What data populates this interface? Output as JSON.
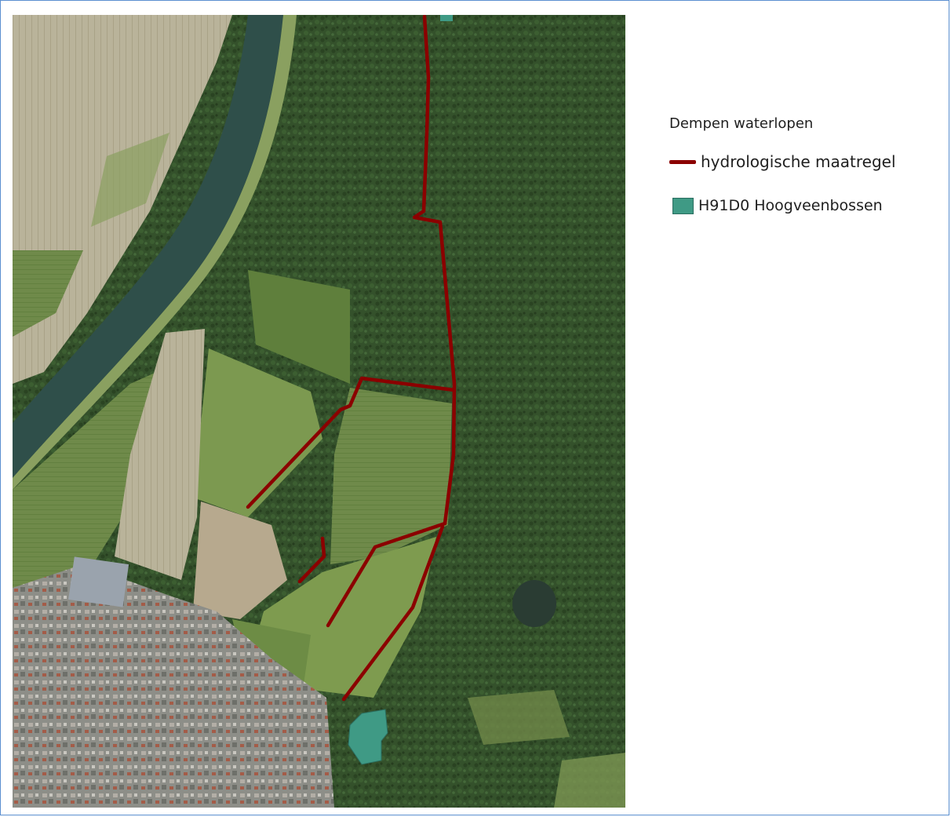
{
  "legend": {
    "title": "Dempen waterlopen",
    "items": [
      {
        "label": "hydrologische maatregel",
        "symbol": "line",
        "color": "#8b0000"
      },
      {
        "label": "H91D0 Hoogveenbossen",
        "symbol": "fill",
        "color": "#3f9a85"
      }
    ]
  },
  "colors": {
    "frame_border": "#5b8fd0",
    "measure_line": "#8b0000",
    "habitat_fill": "#3f9a85",
    "forest": "#33502a",
    "river": "#2f4f4a",
    "fields": "#b6b08f",
    "town": "#8a8b86"
  }
}
